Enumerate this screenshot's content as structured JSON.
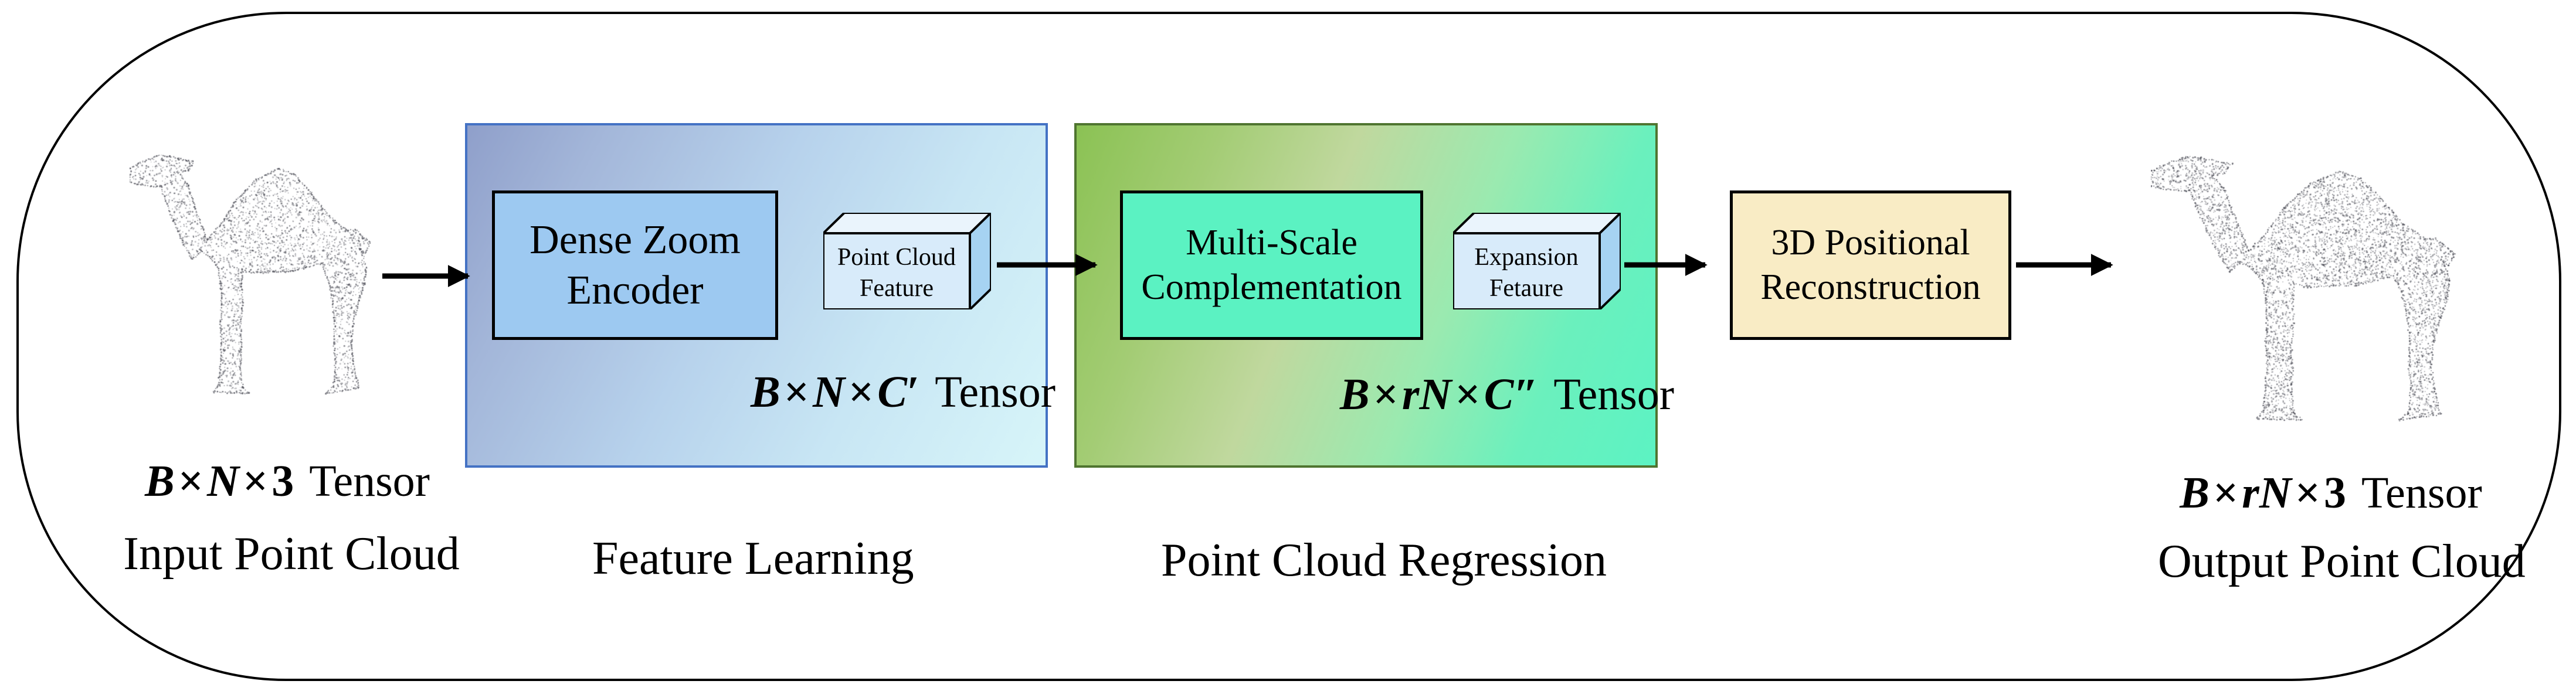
{
  "diagram": {
    "input": {
      "tensor": "B × N × 3 Tensor",
      "label": "Input Point Cloud"
    },
    "feature_learning": {
      "section_label": "Feature Learning",
      "encoder_line1": "Dense Zoom",
      "encoder_line2": "Encoder",
      "feature_line1": "Point Cloud",
      "feature_line2": "Feature",
      "tensor": "B × N × C′ Tensor"
    },
    "regression": {
      "section_label": "Point Cloud Regression",
      "box_line1": "Multi-Scale",
      "box_line2": "Complementation",
      "feature_line1": "Expansion",
      "feature_line2": "Fetaure",
      "tensor": "B × rN × C″ Tensor"
    },
    "reconstruction": {
      "box_line1": "3D Positional",
      "box_line2": "Reconstruction"
    },
    "output": {
      "tensor": "B × rN × 3 Tensor",
      "label": "Output Point Cloud"
    }
  },
  "colors": {
    "frame_border": "#000000",
    "blue_panel_border": "#4472c4",
    "green_panel_border": "#4f7530",
    "encoder_fill": "#9dc9f1",
    "multiscale_fill": "#5bf2c2",
    "reconstruction_fill": "#f9ecc5",
    "feature_box_front": "#d8ebfa",
    "feature_box_top": "#eaf4fc",
    "feature_box_side": "#a6d3f2",
    "arrow": "#000000",
    "point_cloud_dot": "#44454f"
  }
}
